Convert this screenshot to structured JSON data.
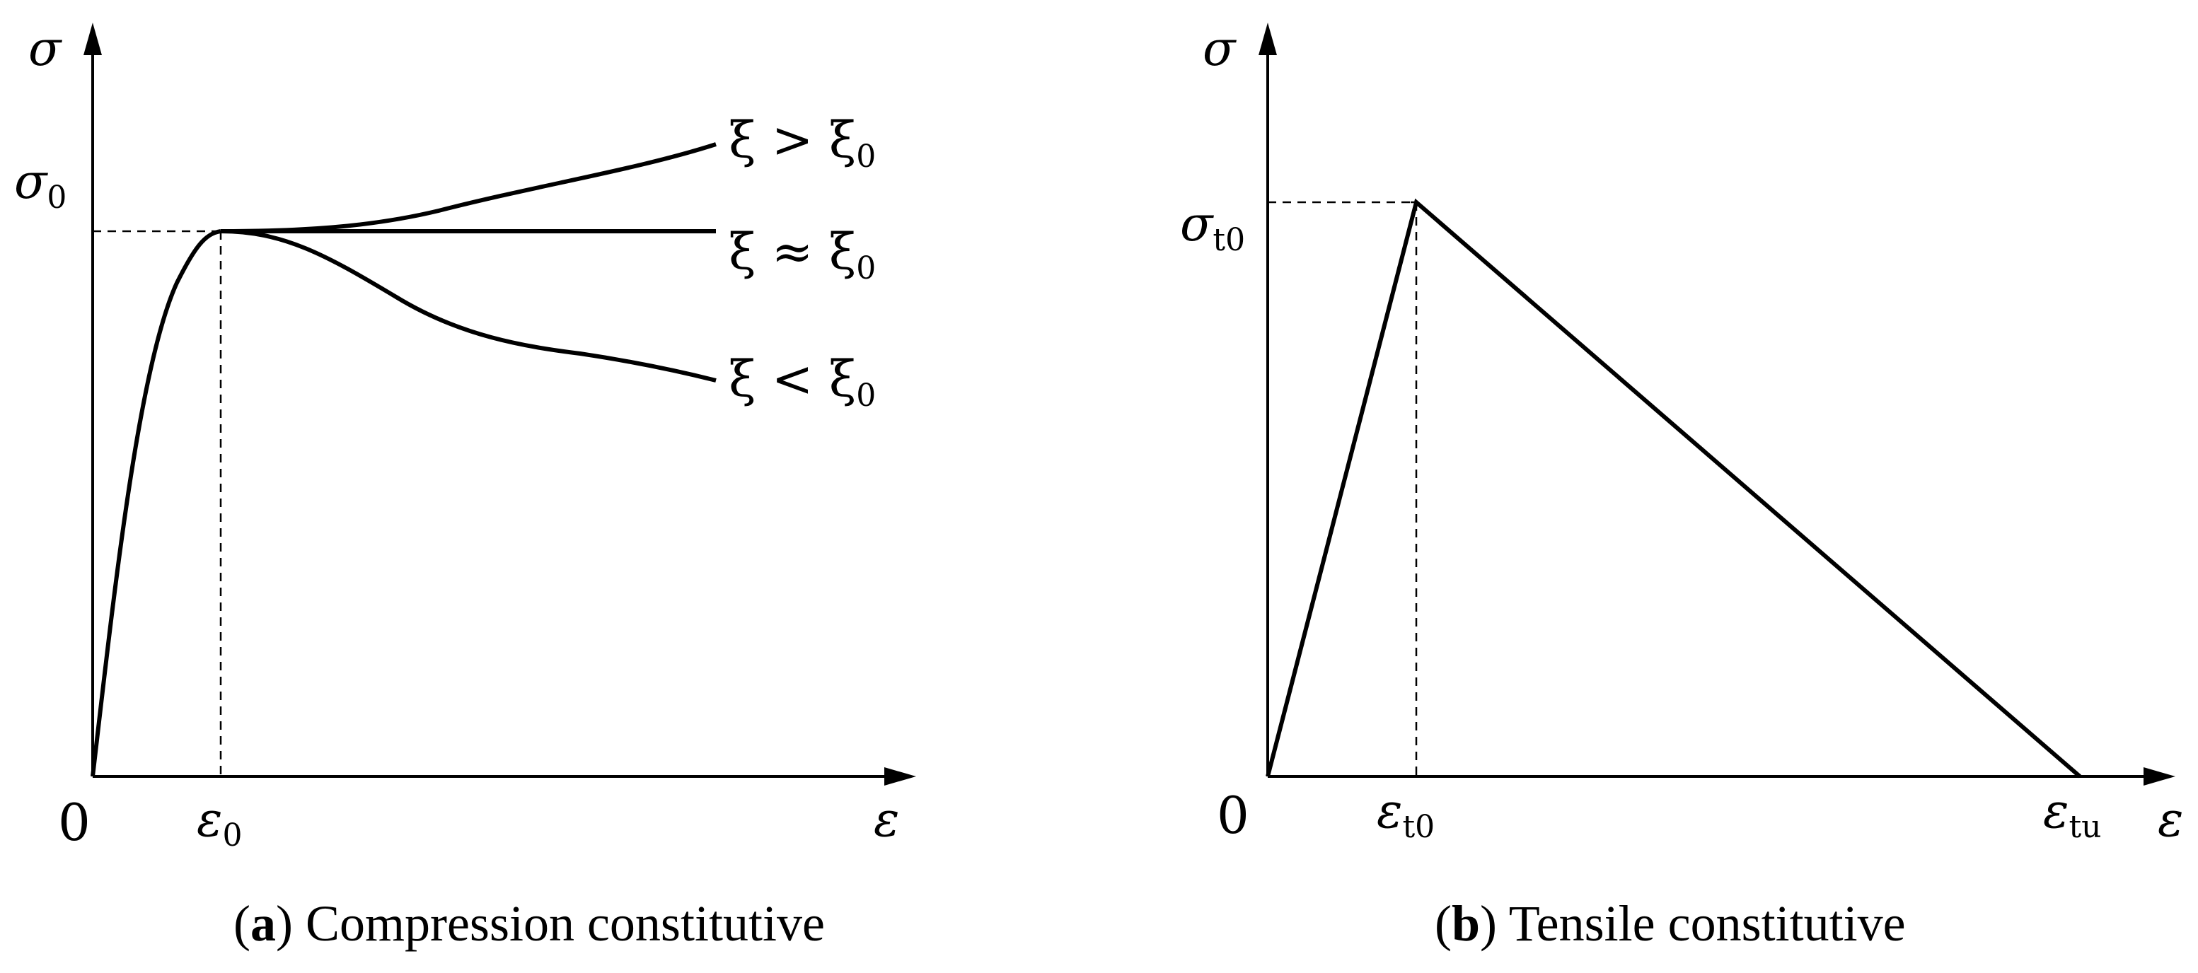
{
  "panel_a": {
    "y_axis_symbol": "σ",
    "x_axis_symbol": "ε",
    "origin": "0",
    "peak_stress_symbol": "σ",
    "peak_stress_sub": "0",
    "peak_strain_symbol": "ε",
    "peak_strain_sub": "0",
    "curves": [
      {
        "label": "ξ > ξ",
        "sub": "0"
      },
      {
        "label": "ξ ≈ ξ",
        "sub": "0"
      },
      {
        "label": "ξ < ξ",
        "sub": "0"
      }
    ],
    "caption_letter": "a",
    "caption_text": "Compression constitutive"
  },
  "panel_b": {
    "y_axis_symbol": "σ",
    "x_axis_symbol": "ε",
    "origin": "0",
    "peak_stress_symbol": "σ",
    "peak_stress_sub": "t0",
    "peak_strain_symbol": "ε",
    "peak_strain_sub": "t0",
    "ultimate_strain_symbol": "ε",
    "ultimate_strain_sub": "tu",
    "caption_letter": "b",
    "caption_text": "Tensile constitutive"
  }
}
